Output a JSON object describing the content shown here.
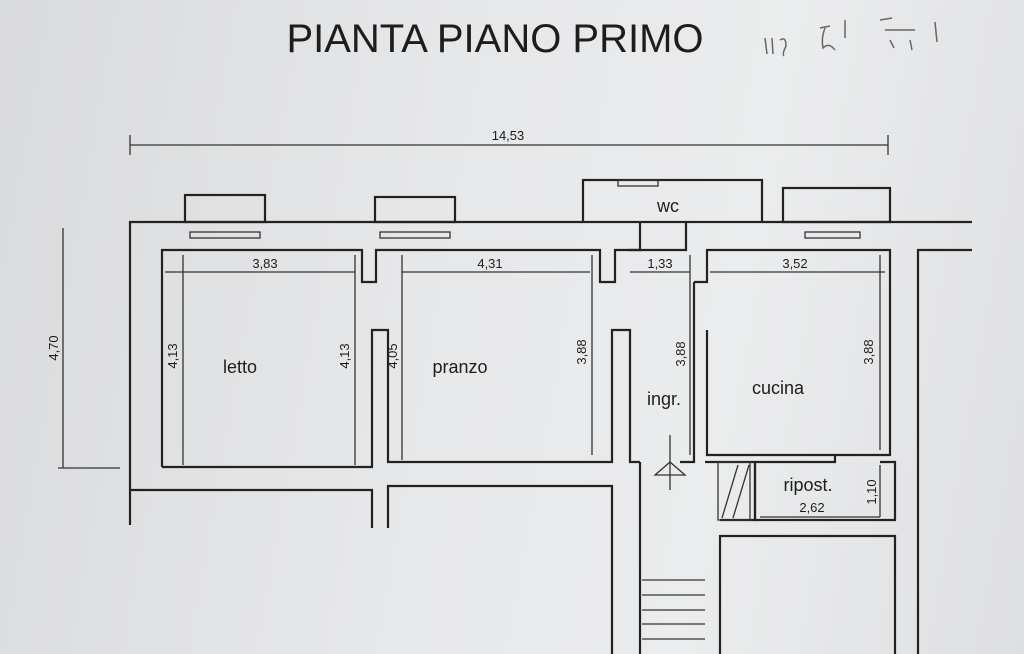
{
  "title": "PIANTA PIANO PRIMO",
  "overall_dimensions": {
    "width": "14,53",
    "depth": "4,70"
  },
  "rooms": [
    {
      "name": "letto",
      "width": "3,83",
      "depth_left": "4,13",
      "depth_right": "4,13"
    },
    {
      "name": "pranzo",
      "width": "4,31",
      "depth_left": "4,05",
      "depth_right": "3,88"
    },
    {
      "name": "ingr.",
      "width": "1,33",
      "depth": "3,88"
    },
    {
      "name": "cucina",
      "width": "3,52",
      "depth": "3,88"
    },
    {
      "name": "wc"
    },
    {
      "name": "ripost.",
      "width": "2,62",
      "depth": "1,10"
    }
  ]
}
